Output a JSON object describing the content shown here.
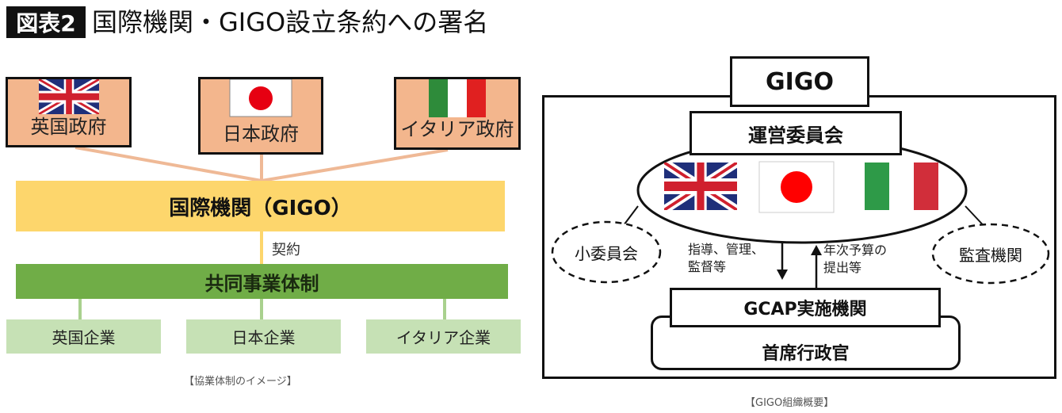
{
  "header": {
    "badge": "図表2",
    "title": "国際機関・GIGO設立条約への署名"
  },
  "left": {
    "governments": [
      {
        "label": "英国政府",
        "flag": "uk-flag"
      },
      {
        "label": "日本政府",
        "flag": "japan-flag"
      },
      {
        "label": "イタリア政府",
        "flag": "italy-flag"
      }
    ],
    "org": "国際機関（GIGO）",
    "contract": "契約",
    "joint": "共同事業体制",
    "companies": [
      "英国企業",
      "日本企業",
      "イタリア企業"
    ],
    "caption": "【協業体制のイメージ】",
    "colors": {
      "gov": "#f3b68d",
      "org": "#fdd66c",
      "joint": "#70ad47",
      "company": "#c6e1b5"
    }
  },
  "right": {
    "gigo": "GIGO",
    "steering": "運営委員会",
    "subcommittee": "小委員会",
    "audit": "監査機関",
    "down_note": [
      "指導、管理、",
      "監督等"
    ],
    "up_note": [
      "年次予算の",
      "提出等"
    ],
    "gcap": "GCAP実施機関",
    "chief": "首席行政官",
    "caption": "【GIGO組織概要】"
  }
}
